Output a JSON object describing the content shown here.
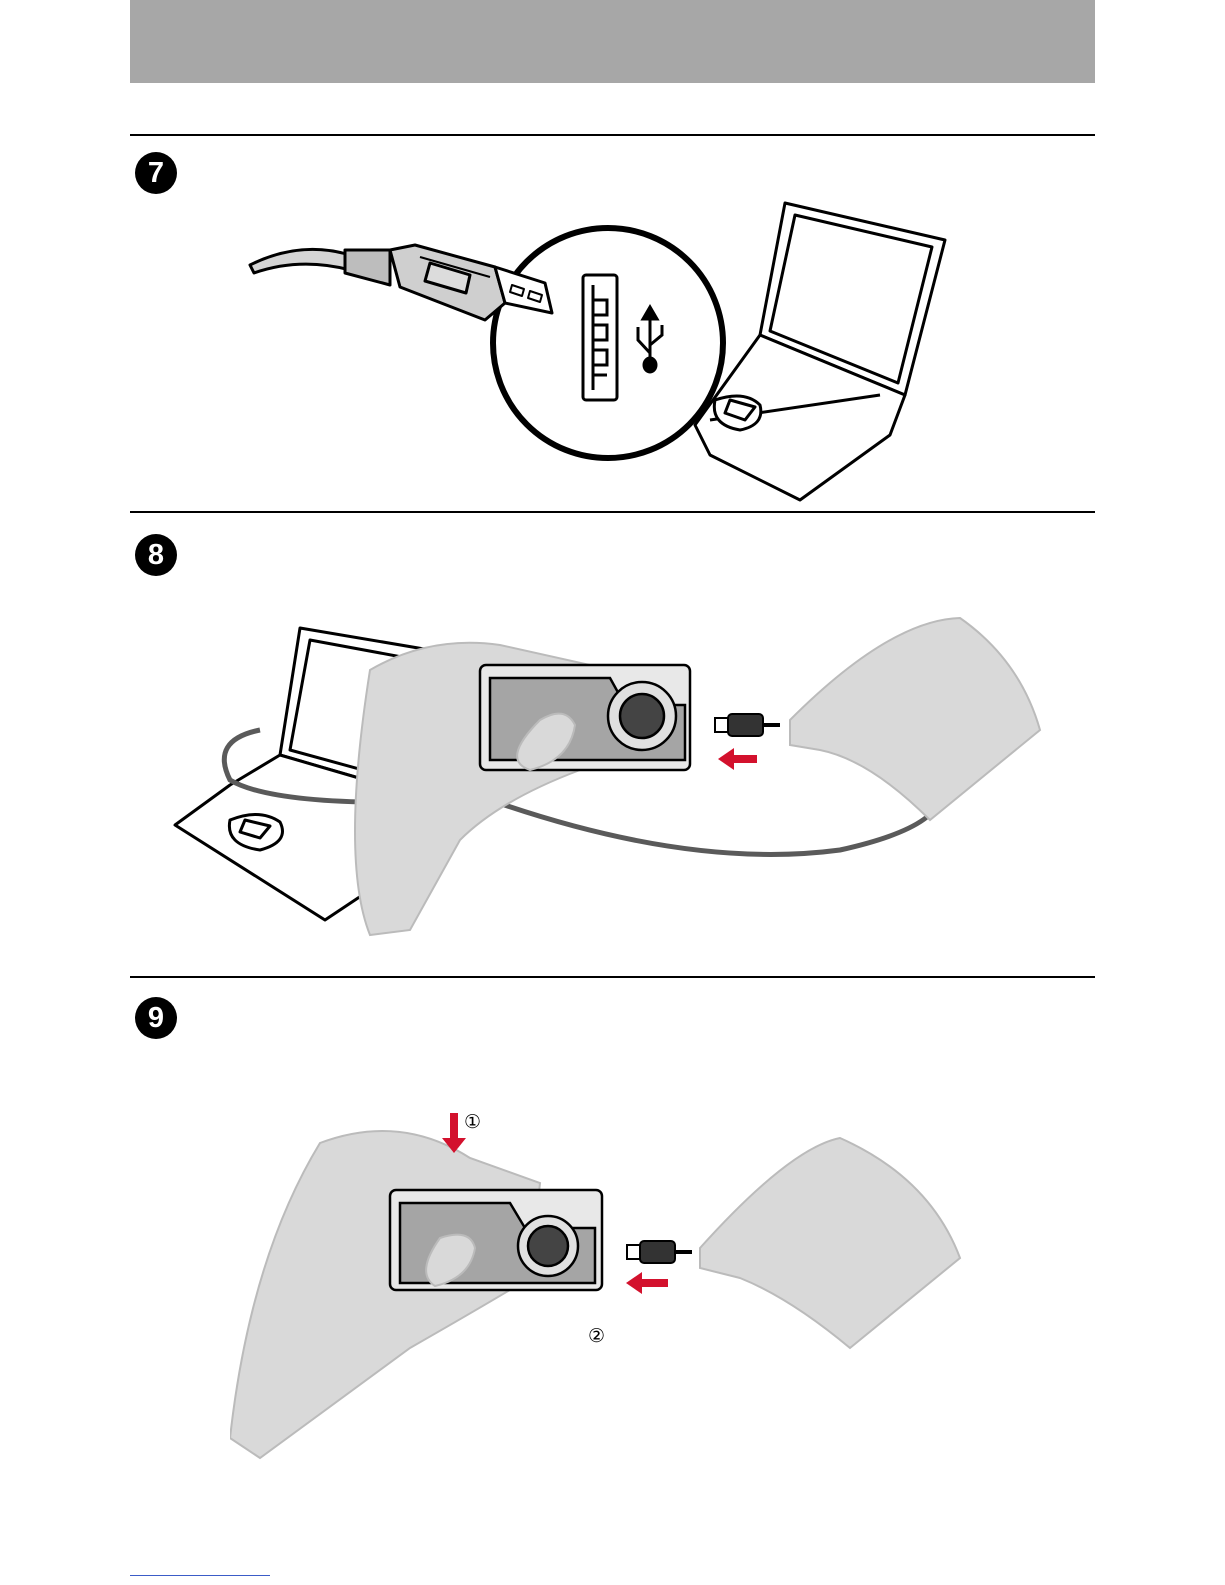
{
  "header": {
    "color": "#a7a7a7"
  },
  "steps": [
    {
      "number": "7",
      "illustration": "usb-cable-to-laptop-port"
    },
    {
      "number": "8",
      "illustration": "connect-cable-to-camera"
    },
    {
      "number": "9",
      "illustration": "press-power-and-connect-cable"
    }
  ],
  "step9_callouts": {
    "first": "①",
    "second": "②"
  },
  "colors": {
    "arrow_red": "#d3112d",
    "hand_gray": "#d9d9d9",
    "rule": "#000000"
  }
}
